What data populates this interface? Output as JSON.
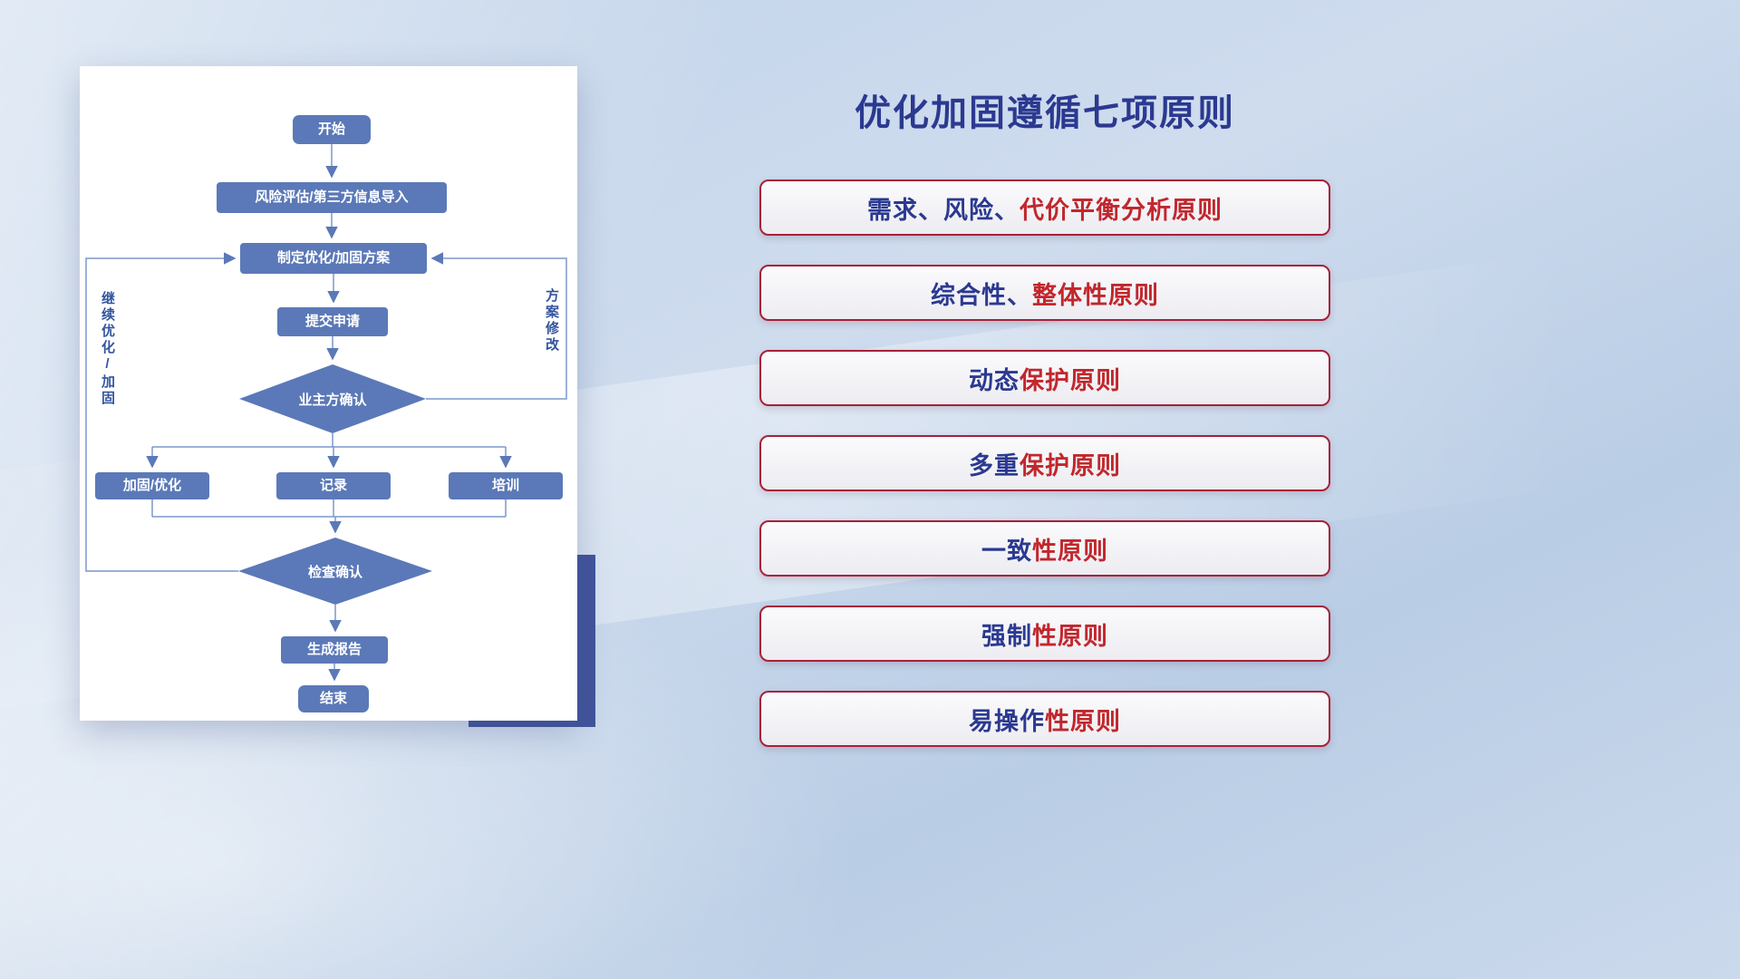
{
  "title": "优化加固遵循七项原则",
  "flowchart": {
    "nodes": {
      "start": "开始",
      "risk": "风险评估/第三方信息导入",
      "plan": "制定优化/加固方案",
      "submit": "提交申请",
      "owner_confirm": "业主方确认",
      "harden": "加固/优化",
      "record": "记录",
      "training": "培训",
      "check": "检查确认",
      "report": "生成报告",
      "end": "结束"
    },
    "edge_labels": {
      "continue": "继续优化/加固",
      "modify": "方案修改"
    }
  },
  "principles": [
    {
      "segments": [
        {
          "text": "需求、风险、",
          "color": "blue"
        },
        {
          "text": "代价平衡分析原则",
          "color": "red"
        }
      ]
    },
    {
      "segments": [
        {
          "text": "综合性、",
          "color": "blue"
        },
        {
          "text": "整体性原则",
          "color": "red"
        }
      ]
    },
    {
      "segments": [
        {
          "text": "动态",
          "color": "blue"
        },
        {
          "text": "保护原则",
          "color": "red"
        }
      ]
    },
    {
      "segments": [
        {
          "text": "多重",
          "color": "blue"
        },
        {
          "text": "保护原则",
          "color": "red"
        }
      ]
    },
    {
      "segments": [
        {
          "text": "一致",
          "color": "blue"
        },
        {
          "text": "性原则",
          "color": "red"
        }
      ]
    },
    {
      "segments": [
        {
          "text": "强制",
          "color": "blue"
        },
        {
          "text": "性原则",
          "color": "red"
        }
      ]
    },
    {
      "segments": [
        {
          "text": "易操作",
          "color": "blue"
        },
        {
          "text": "性原则",
          "color": "red"
        }
      ]
    }
  ],
  "colors": {
    "blue": "#2b3990",
    "red": "#c1272d",
    "node_fill": "#5b79b8",
    "connector": "#7b97cb",
    "accent_rect": "#41549b"
  }
}
